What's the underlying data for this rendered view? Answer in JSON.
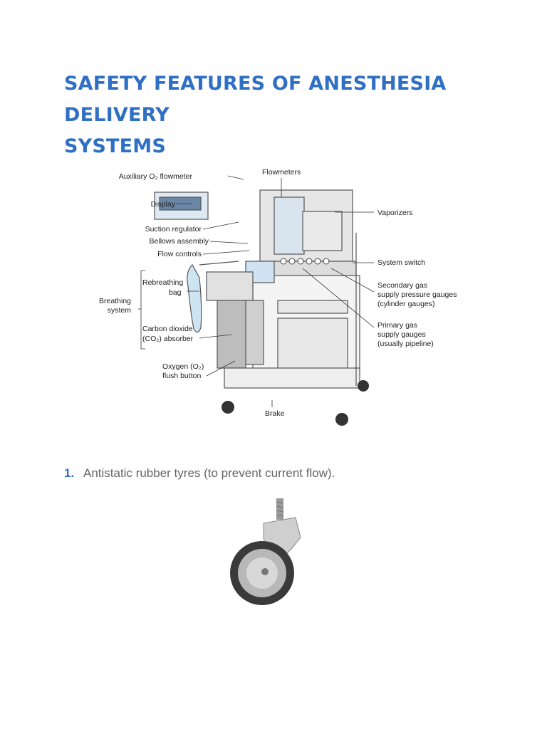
{
  "document": {
    "title_line1": "SAFETY FEATURES OF ANESTHESIA DELIVERY",
    "title_line2": "SYSTEMS"
  },
  "diagram": {
    "labels": {
      "aux_o2_flowmeter": "Auxiliary O₂ flowmeter",
      "flowmeters": "Flowmeters",
      "display": "Display",
      "vaporizers": "Vaporizers",
      "suction_regulator": "Suction regulator",
      "bellows_assembly": "Bellows assembly",
      "flow_controls": "Flow controls",
      "system_switch": "System switch",
      "rebreathing_bag_1": "Rebreathing",
      "rebreathing_bag_2": "bag",
      "breathing_system_1": "Breathing",
      "breathing_system_2": "system",
      "secondary_gas_1": "Secondary gas",
      "secondary_gas_2": "supply pressure gauges",
      "secondary_gas_3": "(cylinder gauges)",
      "primary_gas_1": "Primary gas",
      "primary_gas_2": "supply gauges",
      "primary_gas_3": "(usually pipeline)",
      "co2_absorber_1": "Carbon dioxide",
      "co2_absorber_2": "(CO₂) absorber",
      "o2_flush_1": "Oxygen (O₂)",
      "o2_flush_2": "flush button",
      "brake": "Brake"
    }
  },
  "list": {
    "items": [
      {
        "number": "1.",
        "text": "Antistatic rubber tyres (to prevent current flow)."
      }
    ]
  },
  "colors": {
    "heading": "#2f6fc4",
    "body_text": "#666666"
  }
}
